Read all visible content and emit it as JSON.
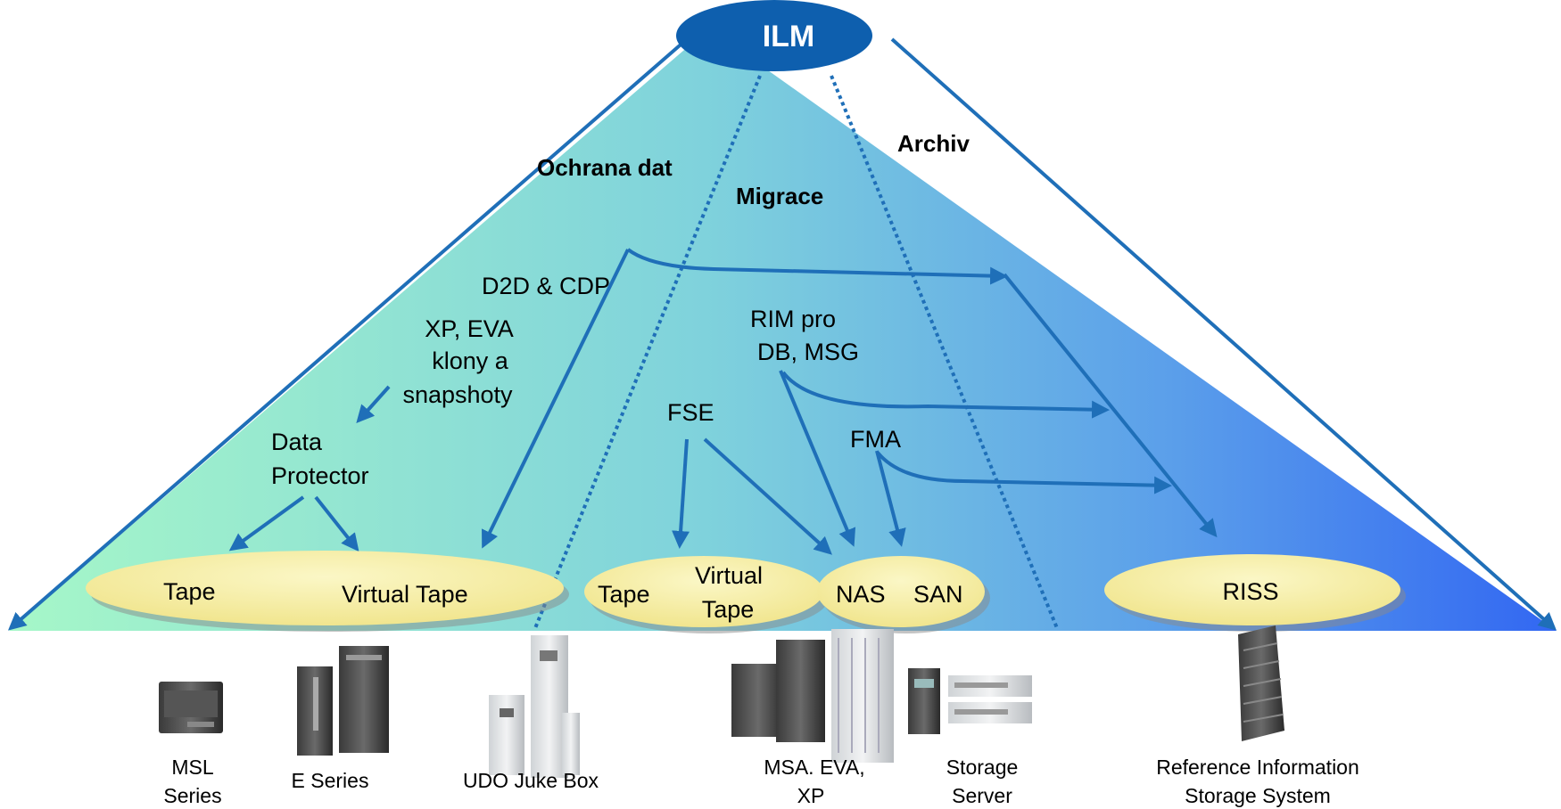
{
  "hub": {
    "label": "ILM"
  },
  "zones": {
    "protection": "Ochrana dat",
    "migration": "Migrace",
    "archive": "Archiv"
  },
  "sources": {
    "d2d_cdp": "D2D & CDP",
    "xp_eva_line1": "XP, EVA",
    "xp_eva_line2": "klony a",
    "xp_eva_line3": "snapshoty",
    "data_protector_line1": "Data",
    "data_protector_line2": "Protector",
    "rim_line1": "RIM pro",
    "rim_line2": "DB, MSG",
    "fse": "FSE",
    "fma": "FMA"
  },
  "targets": {
    "tape_left": "Tape",
    "virtual_tape_left": "Virtual Tape",
    "tape_mid": "Tape",
    "virtual_tape_mid_line1": "Virtual",
    "virtual_tape_mid_line2": "Tape",
    "nas": "NAS",
    "san": "SAN",
    "riss": "RISS"
  },
  "hardware": {
    "msl_line1": "MSL",
    "msl_line2": "Series",
    "e_series": "E Series",
    "udo": "UDO Juke Box",
    "msa_line1": "MSA. EVA,",
    "msa_line2": "XP",
    "storage_line1": "Storage",
    "storage_line2": "Server",
    "ref_line1": "Reference Information",
    "ref_line2": "Storage System"
  },
  "colors": {
    "gradient_left": "#9cf5c8",
    "gradient_mid": "#7fcde0",
    "gradient_right": "#3a6ff0",
    "arrow": "#1f6fb8",
    "ellipse_fill": "#f7f0a0",
    "ilm_fill": "#0e5fae"
  }
}
